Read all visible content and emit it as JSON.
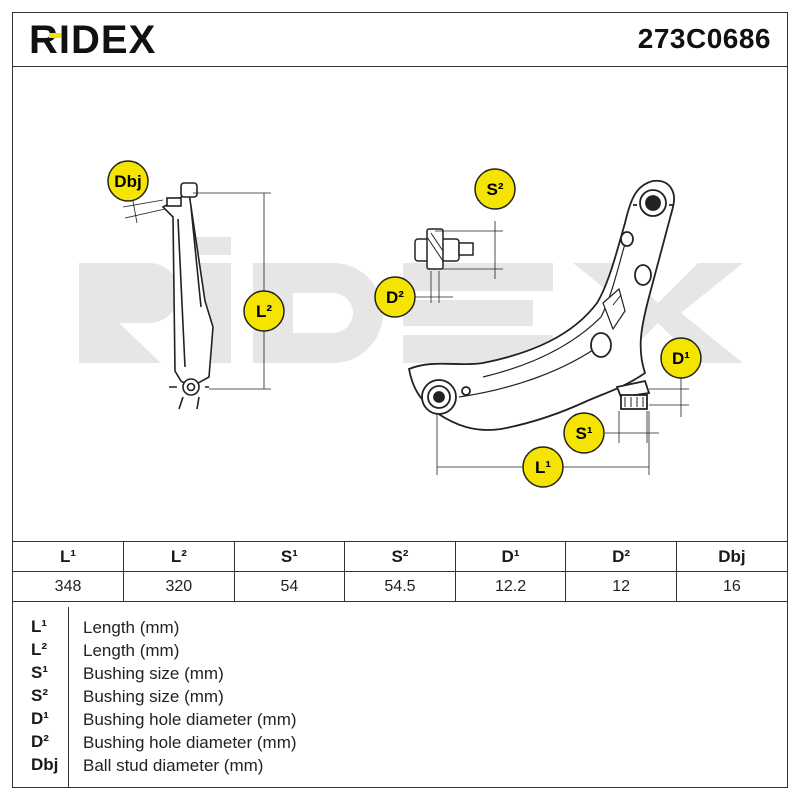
{
  "brand": {
    "logo_text": "RIDEX",
    "accent": "#f5e400"
  },
  "part_number": "273C0686",
  "drawing": {
    "labels": {
      "dbj": "Dbj",
      "l2": "L²",
      "s2": "S²",
      "d2": "D²",
      "d1": "D¹",
      "s1": "S¹",
      "l1": "L¹"
    }
  },
  "table": {
    "headers": [
      "L¹",
      "L²",
      "S¹",
      "S²",
      "D¹",
      "D²",
      "Dbj"
    ],
    "values": [
      "348",
      "320",
      "54",
      "54.5",
      "12.2",
      "12",
      "16"
    ]
  },
  "legend": [
    {
      "symbol": "L¹",
      "description": "Length (mm)"
    },
    {
      "symbol": "L²",
      "description": "Length (mm)"
    },
    {
      "symbol": "S¹",
      "description": "Bushing size (mm)"
    },
    {
      "symbol": "S²",
      "description": "Bushing size (mm)"
    },
    {
      "symbol": "D¹",
      "description": "Bushing hole diameter (mm)"
    },
    {
      "symbol": "D²",
      "description": "Bushing hole diameter (mm)"
    },
    {
      "symbol": "Dbj",
      "description": "Ball stud diameter (mm)"
    }
  ]
}
